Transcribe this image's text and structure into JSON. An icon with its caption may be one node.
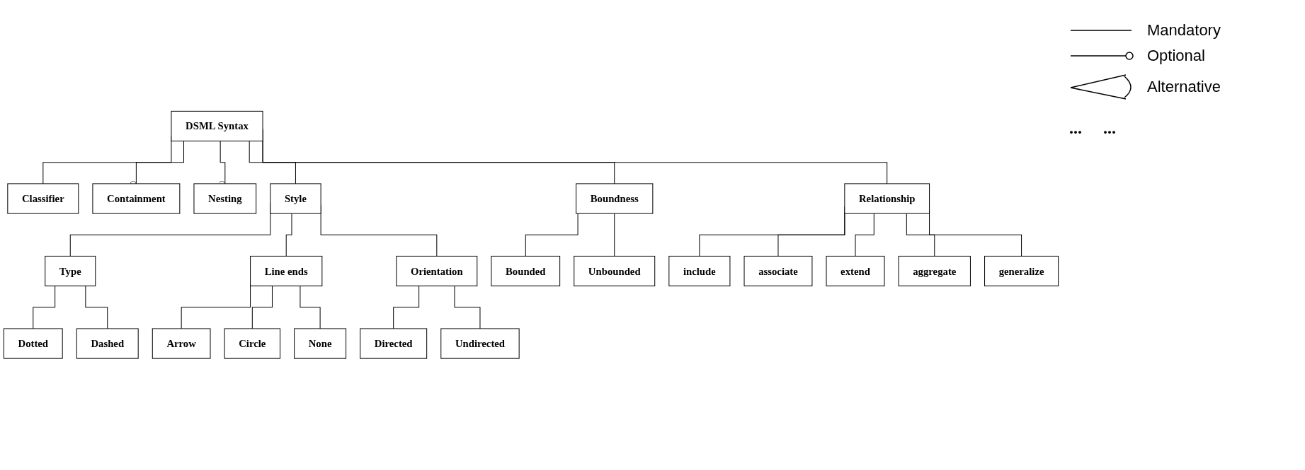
{
  "diagram": {
    "nodes": [
      {
        "text": [
          "DSML Syntax"
        ]
      },
      {
        "text": [
          "Classifier"
        ]
      },
      {
        "text": [
          "Containment"
        ]
      },
      {
        "text": [
          "Nesting"
        ]
      },
      {
        "text": [
          "Style"
        ]
      },
      {
        "text": [
          "Boundness"
        ]
      },
      {
        "text": [
          "Relationship"
        ]
      },
      {
        "text": [
          "Type"
        ]
      },
      {
        "text": [
          "Line ends"
        ]
      },
      {
        "text": [
          "Orientation"
        ]
      },
      {
        "text": [
          "Bounded"
        ]
      },
      {
        "text": [
          "Unbounded"
        ]
      },
      {
        "text": [
          "include"
        ]
      },
      {
        "text": [
          "associate"
        ]
      },
      {
        "text": [
          "Dashed"
        ]
      },
      {
        "text": [
          "None"
        ]
      },
      {
        "text": [
          "Undirected"
        ]
      },
      {
        "text": [
          "Dotted"
        ]
      },
      {
        "text": [
          "extend"
        ]
      },
      {
        "text": [
          "Arrow"
        ]
      },
      {
        "text": [
          "Circle"
        ]
      },
      {
        "text": [
          "aggregate"
        ]
      },
      {
        "text": [
          "Directed"
        ]
      },
      {
        "text": [
          "generalize"
        ]
      }
    ],
    "edges": [
      {
        "from": 0,
        "to": 1,
        "arrow": "none"
      },
      {
        "from": 0,
        "to": 2,
        "arrow": "other"
      },
      {
        "from": 0,
        "to": 3,
        "arrow": "other"
      },
      {
        "from": 0,
        "to": 4,
        "arrow": "none"
      },
      {
        "from": 0,
        "to": 5,
        "arrow": "none"
      },
      {
        "from": 0,
        "to": 6,
        "arrow": "none"
      },
      {
        "from": 4,
        "to": 7,
        "arrow": "none"
      },
      {
        "from": 4,
        "to": 8,
        "arrow": "none"
      },
      {
        "from": 4,
        "to": 9,
        "arrow": "none"
      },
      {
        "from": 5,
        "to": 10,
        "arrow": "none"
      },
      {
        "from": 5,
        "to": 11,
        "arrow": "none"
      },
      {
        "from": 6,
        "to": 12,
        "arrow": "none"
      },
      {
        "from": 6,
        "to": 18,
        "arrow": "none"
      },
      {
        "from": 6,
        "to": 23,
        "arrow": "none"
      },
      {
        "from": 6,
        "to": 21,
        "arrow": "none"
      },
      {
        "from": 6,
        "to": 13,
        "arrow": "none"
      },
      {
        "from": 7,
        "to": 17,
        "arrow": "none"
      },
      {
        "from": 7,
        "to": 14,
        "arrow": "none"
      },
      {
        "from": 8,
        "to": 19,
        "arrow": "none"
      },
      {
        "from": 8,
        "to": 20,
        "arrow": "none"
      },
      {
        "from": 8,
        "to": 15,
        "arrow": "none"
      },
      {
        "from": 9,
        "to": 22,
        "arrow": "none"
      },
      {
        "from": 9,
        "to": 16,
        "arrow": "none"
      }
    ],
    "labels": [
      "...",
      "..."
    ],
    "legend": [
      {
        "text": "Mandatory"
      },
      {
        "text": "Optional"
      },
      {
        "text": "Alternative"
      }
    ]
  }
}
